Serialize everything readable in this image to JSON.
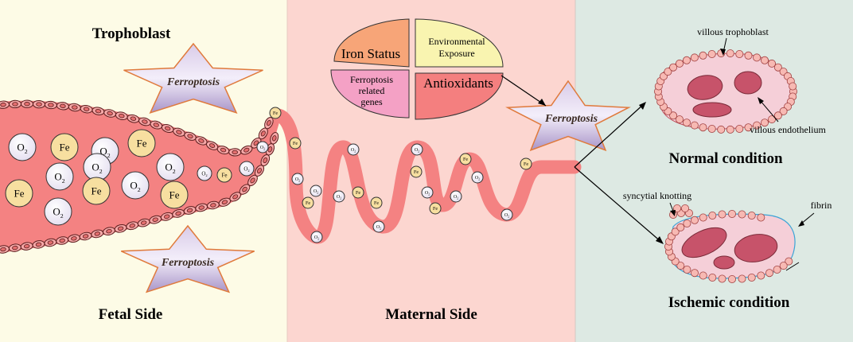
{
  "panels": {
    "fetal": {
      "title": "Trophoblast",
      "caption": "Fetal Side",
      "ferroptosis_top": "Ferroptosis",
      "ferroptosis_bottom": "Ferroptosis"
    },
    "maternal": {
      "caption": "Maternal Side"
    },
    "placenta": {
      "normal_caption": "Normal condition",
      "ischemic_caption": "Ischemic condition"
    }
  },
  "factors": {
    "iron_status": "Iron Status",
    "environmental_1": "Environmental",
    "environmental_2": "Exposure",
    "genes_1": "Ferroptosis",
    "genes_2": "related",
    "genes_3": "genes",
    "antioxidants": "Antioxidants",
    "ferroptosis_center": "Ferroptosis"
  },
  "labels": {
    "villous_trophoblast": "villous trophoblast",
    "villous_endothelium": "villous endothelium",
    "syncytial_knotting": "syncytial knotting",
    "fibrin": "fibrin"
  },
  "particles": {
    "fe": "Fe",
    "o2": "O",
    "o2_sub": "2"
  },
  "colors": {
    "fetal_bg": "#fdfbe6",
    "maternal_bg": "#fcd6d0",
    "placenta_bg": "#dde9e3",
    "vessel": "#f48282",
    "cell_ring": "#f7a8a8",
    "o2_cell": "#f2eef7",
    "fe_cell": "#f7dfa0",
    "star": "#b9a6d4",
    "star_stroke": "#e07a3c"
  }
}
